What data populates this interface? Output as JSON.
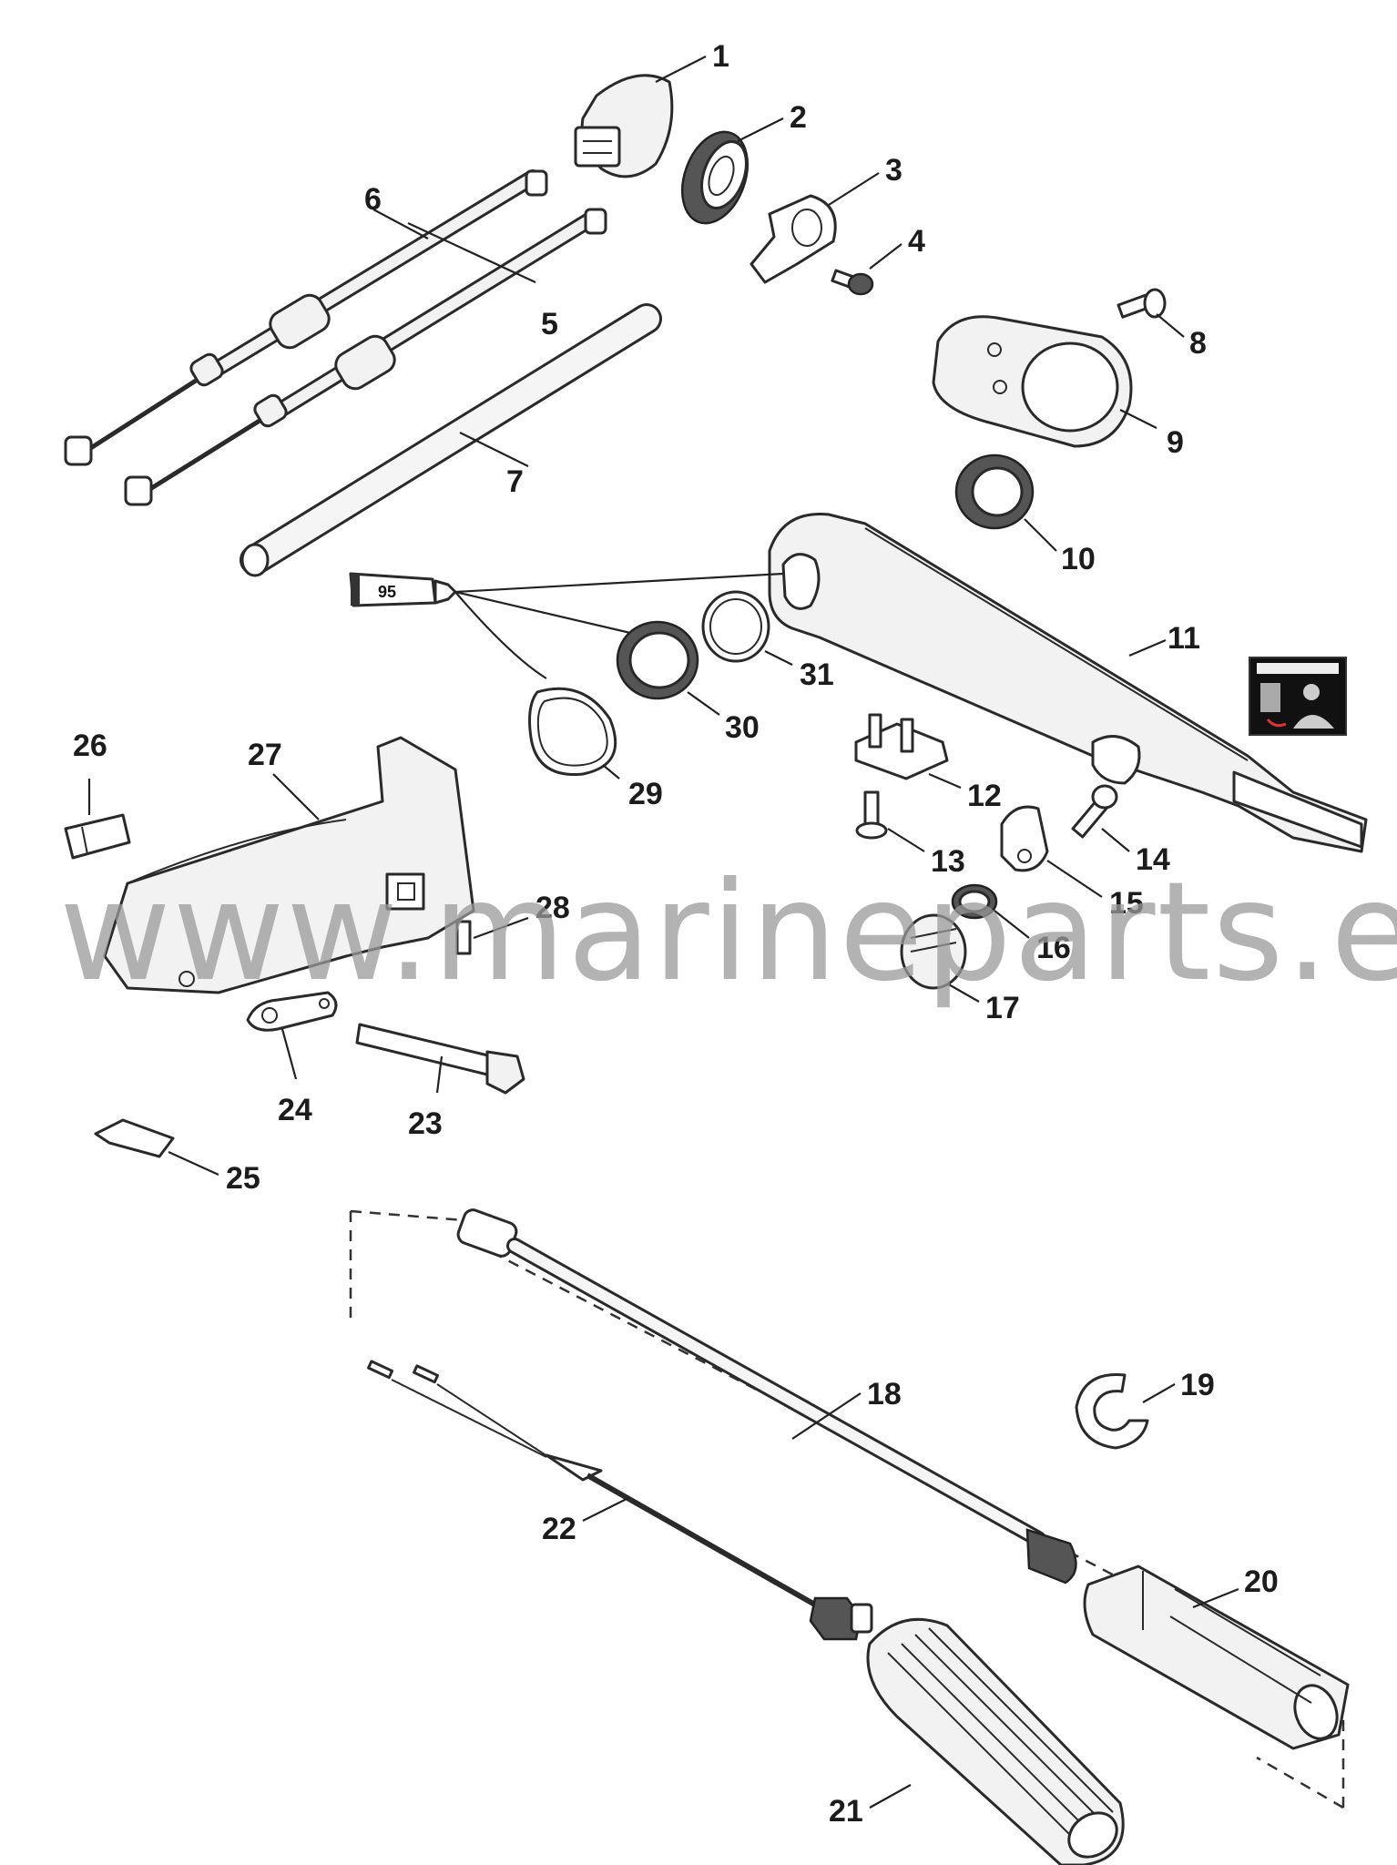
{
  "watermark": "www.marineparts.eu",
  "sealant_label": "95",
  "callouts": [
    "1",
    "2",
    "3",
    "4",
    "5",
    "6",
    "7",
    "8",
    "9",
    "10",
    "11",
    "12",
    "13",
    "14",
    "15",
    "16",
    "17",
    "18",
    "19",
    "20",
    "21",
    "22",
    "23",
    "24",
    "25",
    "26",
    "27",
    "28",
    "29",
    "30",
    "31"
  ],
  "icons": [
    "service-manual-icon"
  ]
}
